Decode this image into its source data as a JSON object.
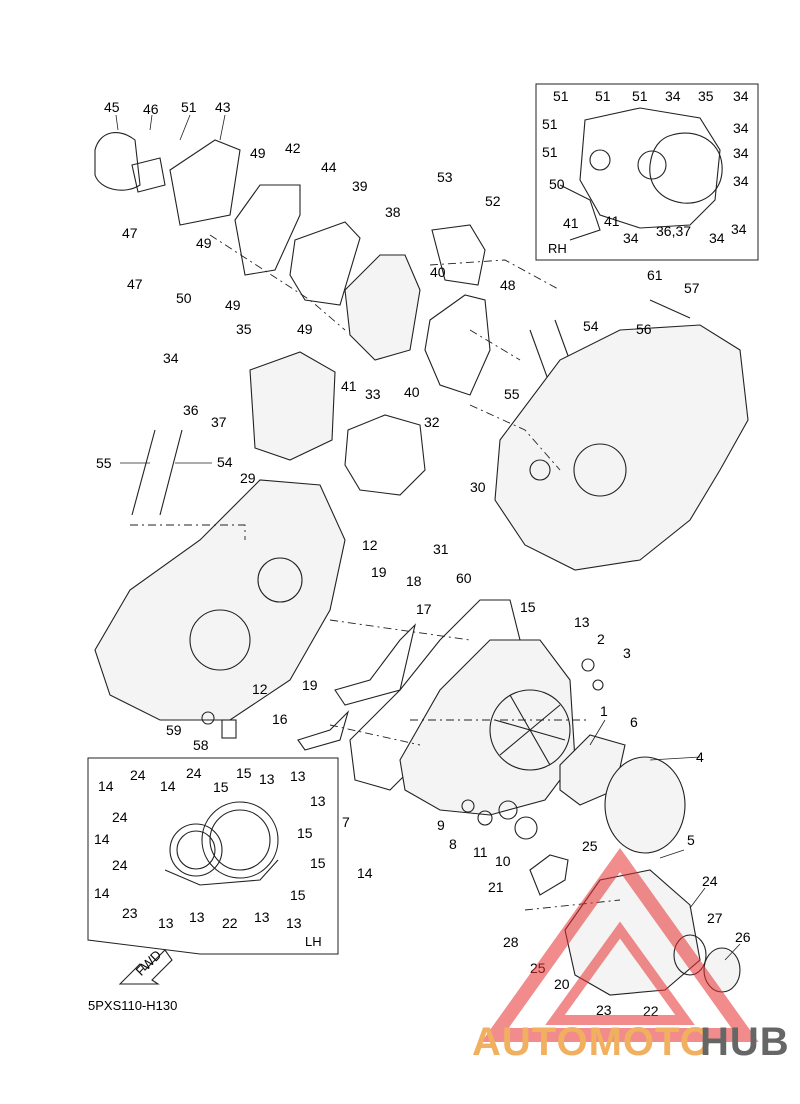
{
  "diagram_code": "5PXS110-H130",
  "rh_box_label": "RH",
  "lh_box_label": "LH",
  "fwd_label": "FWD",
  "watermark": {
    "part1": "AUTOMOTO",
    "part2": "HUB",
    "color1": "#f0b060",
    "color2": "#666666",
    "triangle_color": "#e83030"
  },
  "callouts": {
    "main": [
      "45",
      "46",
      "51",
      "43",
      "49",
      "42",
      "44",
      "39",
      "53",
      "52",
      "38",
      "47",
      "49",
      "47",
      "50",
      "49",
      "40",
      "48",
      "49",
      "61",
      "57",
      "35",
      "34",
      "54",
      "56",
      "36",
      "41",
      "33",
      "40",
      "55",
      "37",
      "32",
      "29",
      "55",
      "54",
      "30",
      "31",
      "12",
      "19",
      "18",
      "60",
      "15",
      "17",
      "13",
      "2",
      "3",
      "12",
      "19",
      "16",
      "59",
      "58",
      "1",
      "6",
      "4",
      "7",
      "9",
      "8",
      "11",
      "10",
      "5",
      "25",
      "24",
      "21",
      "27",
      "26",
      "28",
      "25",
      "20",
      "23",
      "22",
      "14"
    ],
    "rh": [
      "51",
      "51",
      "51",
      "34",
      "35",
      "34",
      "51",
      "34",
      "51",
      "34",
      "50",
      "34",
      "41",
      "41",
      "34",
      "36,37",
      "34",
      "34"
    ],
    "lh": [
      "24",
      "14",
      "24",
      "15",
      "13",
      "13",
      "14",
      "13",
      "24",
      "15",
      "14",
      "15",
      "24",
      "15",
      "14",
      "15",
      "23",
      "13",
      "13",
      "22",
      "13",
      "13"
    ]
  }
}
